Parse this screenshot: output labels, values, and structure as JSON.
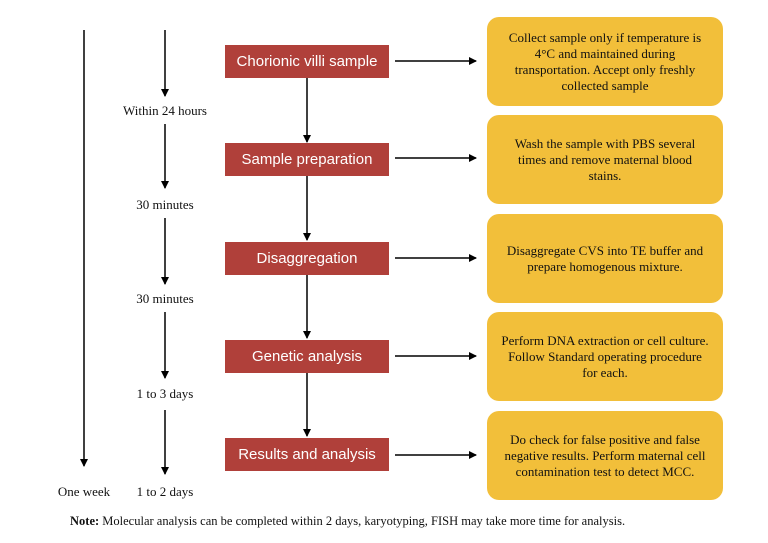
{
  "steps": [
    "Chorionic villi sample",
    "Sample preparation",
    "Disaggregation",
    "Genetic analysis",
    "Results and analysis"
  ],
  "notes": [
    "Collect sample only if temperature is 4°C and maintained during transportation. Accept only freshly collected sample",
    "Wash the sample with PBS several times and remove maternal blood stains.",
    "Disaggregate CVS into TE buffer and prepare homogenous mixture.",
    "Perform DNA extraction or cell culture. Follow Standard operating procedure for each.",
    "Do check for false positive and false negative results. Perform maternal cell contamination test to detect MCC."
  ],
  "timeline": {
    "total": "One week",
    "intervals": [
      "Within 24 hours",
      "30 minutes",
      "30 minutes",
      "1 to 3 days",
      "1 to 2 days"
    ]
  },
  "footnote": {
    "label": "Note:",
    "text": " Molecular analysis can be completed within 2 days, karyotyping, FISH may take more time for analysis."
  },
  "colors": {
    "step_fill": "#b0403a",
    "note_fill": "#f2bf3a"
  }
}
